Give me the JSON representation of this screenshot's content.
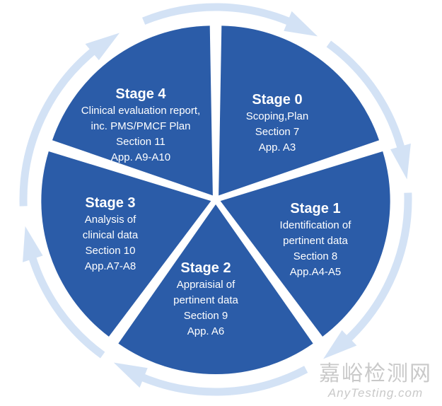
{
  "colors": {
    "slice": "#2b5ca8",
    "ring": "#d3e2f5",
    "text": "#ffffff"
  },
  "stages": [
    {
      "title": "Stage 0",
      "lines": [
        "Scoping,Plan",
        "Section 7",
        "App. A3"
      ]
    },
    {
      "title": "Stage 1",
      "lines": [
        "Identification of",
        "pertinent data",
        "Section 8",
        "App.A4-A5"
      ]
    },
    {
      "title": "Stage 2",
      "lines": [
        "Appraisial of",
        "pertinent data",
        "Section 9",
        "App. A6"
      ]
    },
    {
      "title": "Stage 3",
      "lines": [
        "Analysis of",
        "clinical data",
        "Section 10",
        "App.A7-A8"
      ]
    },
    {
      "title": "Stage 4",
      "lines": [
        "Clinical evaluation report,",
        "inc. PMS/PMCF Plan",
        "Section 11",
        "App. A9-A10"
      ]
    }
  ],
  "watermark": {
    "cn": "嘉峪检测网",
    "en": "AnyTesting.com"
  }
}
